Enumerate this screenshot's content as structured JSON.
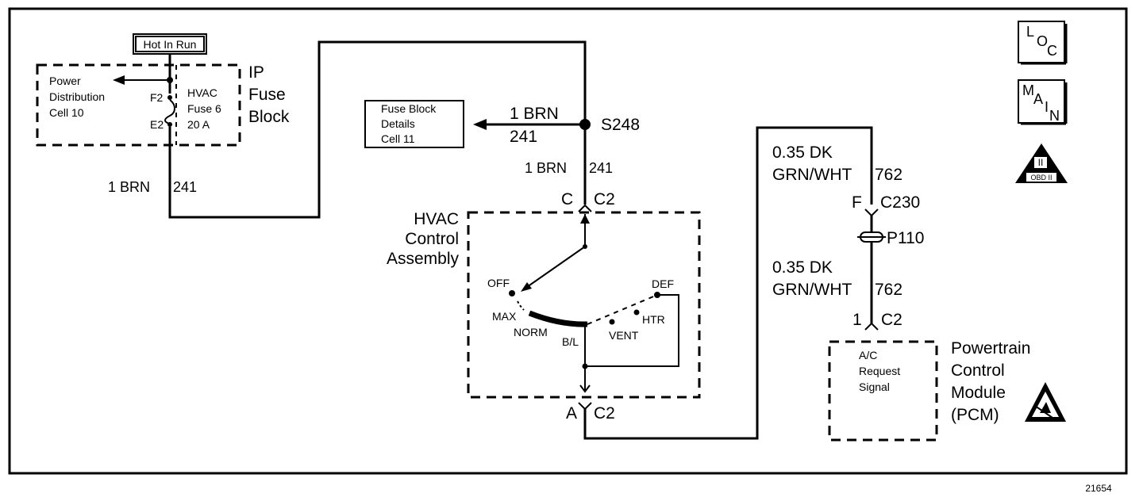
{
  "diagram": {
    "hot_label": "Hot In Run",
    "ip_fuse_block": [
      "IP",
      "Fuse",
      "Block"
    ],
    "power_distribution": [
      "Power",
      "Distribution",
      "Cell 10"
    ],
    "fuse_pins": {
      "top": "F2",
      "bottom": "E2"
    },
    "fuse_name": [
      "HVAC",
      "Fuse 6",
      "20 A"
    ],
    "wire_left": {
      "size_color": "1 BRN",
      "circuit": "241"
    },
    "fuse_block_details": [
      "Fuse Block",
      "Details",
      "Cell 11"
    ],
    "splice_wire": {
      "size_color": "1 BRN",
      "circuit": "241"
    },
    "splice_id": "S248",
    "vertical_wire": {
      "size_color": "1 BRN",
      "circuit": "241"
    },
    "connector_top": {
      "pin": "C",
      "connector": "C2"
    },
    "hvac_assembly": [
      "HVAC",
      "Control",
      "Assembly"
    ],
    "switch_positions": [
      "OFF",
      "MAX",
      "NORM",
      "B/L",
      "VENT",
      "HTR",
      "DEF"
    ],
    "connector_bottom": {
      "pin": "A",
      "connector": "C2"
    },
    "wire_right_top": {
      "size": "0.35 DK",
      "color": "GRN/WHT",
      "circuit": "762"
    },
    "connector_c230": {
      "pin": "F",
      "connector": "C230"
    },
    "pass_through": "P110",
    "wire_right_bottom": {
      "size": "0.35 DK",
      "color": "GRN/WHT",
      "circuit": "762"
    },
    "connector_pcm": {
      "pin": "1",
      "connector": "C2"
    },
    "pcm_signal": [
      "A/C",
      "Request",
      "Signal"
    ],
    "pcm": [
      "Powertrain",
      "Control",
      "Module",
      "(PCM)"
    ],
    "loc_icon": [
      "L",
      "O",
      "C"
    ],
    "main_icon": [
      "M",
      "A",
      "I",
      "N"
    ],
    "obd_icon": [
      "II",
      "OBD II"
    ],
    "figure_number": "21654"
  }
}
